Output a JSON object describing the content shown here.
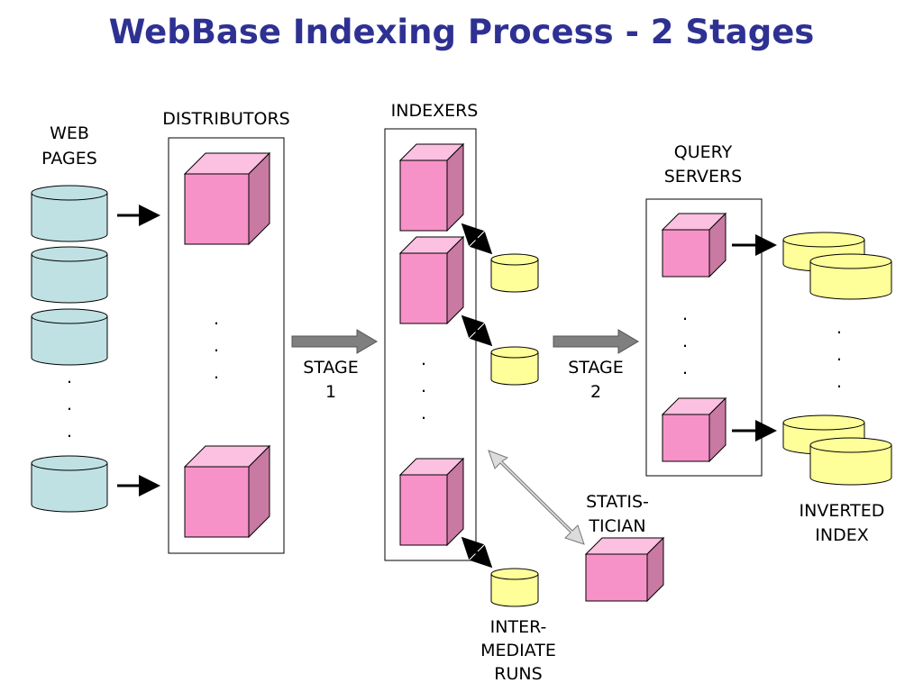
{
  "title": "WebBase Indexing Process - 2 Stages",
  "colors": {
    "title": "#2e3192",
    "cube_front": "#f792c8",
    "cube_top": "#fcc0e0",
    "cube_side": "#c87aa3",
    "page_cylinder": "#bfe1e3",
    "store_cylinder": "#ffff99",
    "gray_arrow": "#7f7f7f",
    "light_arrow": "#dcdcdc"
  },
  "labels": {
    "web_pages": [
      "WEB",
      "PAGES"
    ],
    "distributors": "DISTRIBUTORS",
    "indexers": "INDEXERS",
    "stage1": [
      "STAGE",
      "1"
    ],
    "stage2": [
      "STAGE",
      "2"
    ],
    "query_servers": [
      "QUERY",
      "SERVERS"
    ],
    "statistician": [
      "STATIS-",
      "TICIAN"
    ],
    "inverted_index": [
      "INVERTED",
      "INDEX"
    ],
    "intermediate_runs": [
      "INTER-",
      "MEDIATE",
      "RUNS"
    ],
    "ellipsis_dot": "."
  },
  "icons": {
    "web_page_store": "cylinder",
    "processor": "cube",
    "storage": "cylinder"
  }
}
